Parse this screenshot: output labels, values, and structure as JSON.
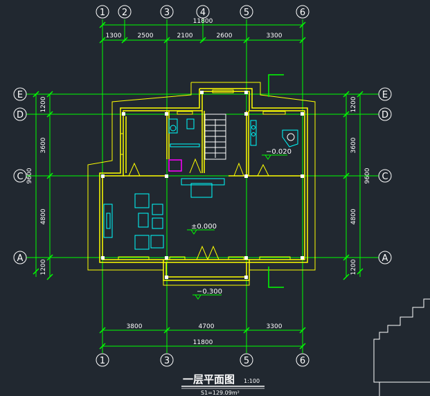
{
  "axes": {
    "top": [
      "1",
      "2",
      "3",
      "4",
      "5",
      "6"
    ],
    "bottom": [
      "1",
      "3",
      "5",
      "6"
    ],
    "left": [
      "E",
      "D",
      "C",
      "A"
    ],
    "right": [
      "E",
      "D",
      "C",
      "A"
    ]
  },
  "dimensions": {
    "top_total": "11800",
    "top_segments": [
      "1300",
      "2500",
      "2100",
      "2600",
      "3300"
    ],
    "bottom_segments": [
      "3800",
      "4700",
      "3300"
    ],
    "bottom_total": "11800",
    "left_segments": [
      "1200",
      "3600",
      "4800",
      "1200"
    ],
    "left_total": "9600",
    "right_segments": [
      "1200",
      "3600",
      "4800",
      "1200"
    ],
    "right_total": "9600"
  },
  "levels": {
    "main": "±0.000",
    "kitchen": "−0.020",
    "porch": "−0.300"
  },
  "title": {
    "main": "一层平面图",
    "scale": "1:100",
    "area": "S1=129.09m²"
  },
  "colors": {
    "background": "#212830",
    "wall": "#ffff00",
    "dimension": "#00ff00",
    "furniture": "#00ffff",
    "text": "#ffffff",
    "accent": "#ff00ff"
  }
}
